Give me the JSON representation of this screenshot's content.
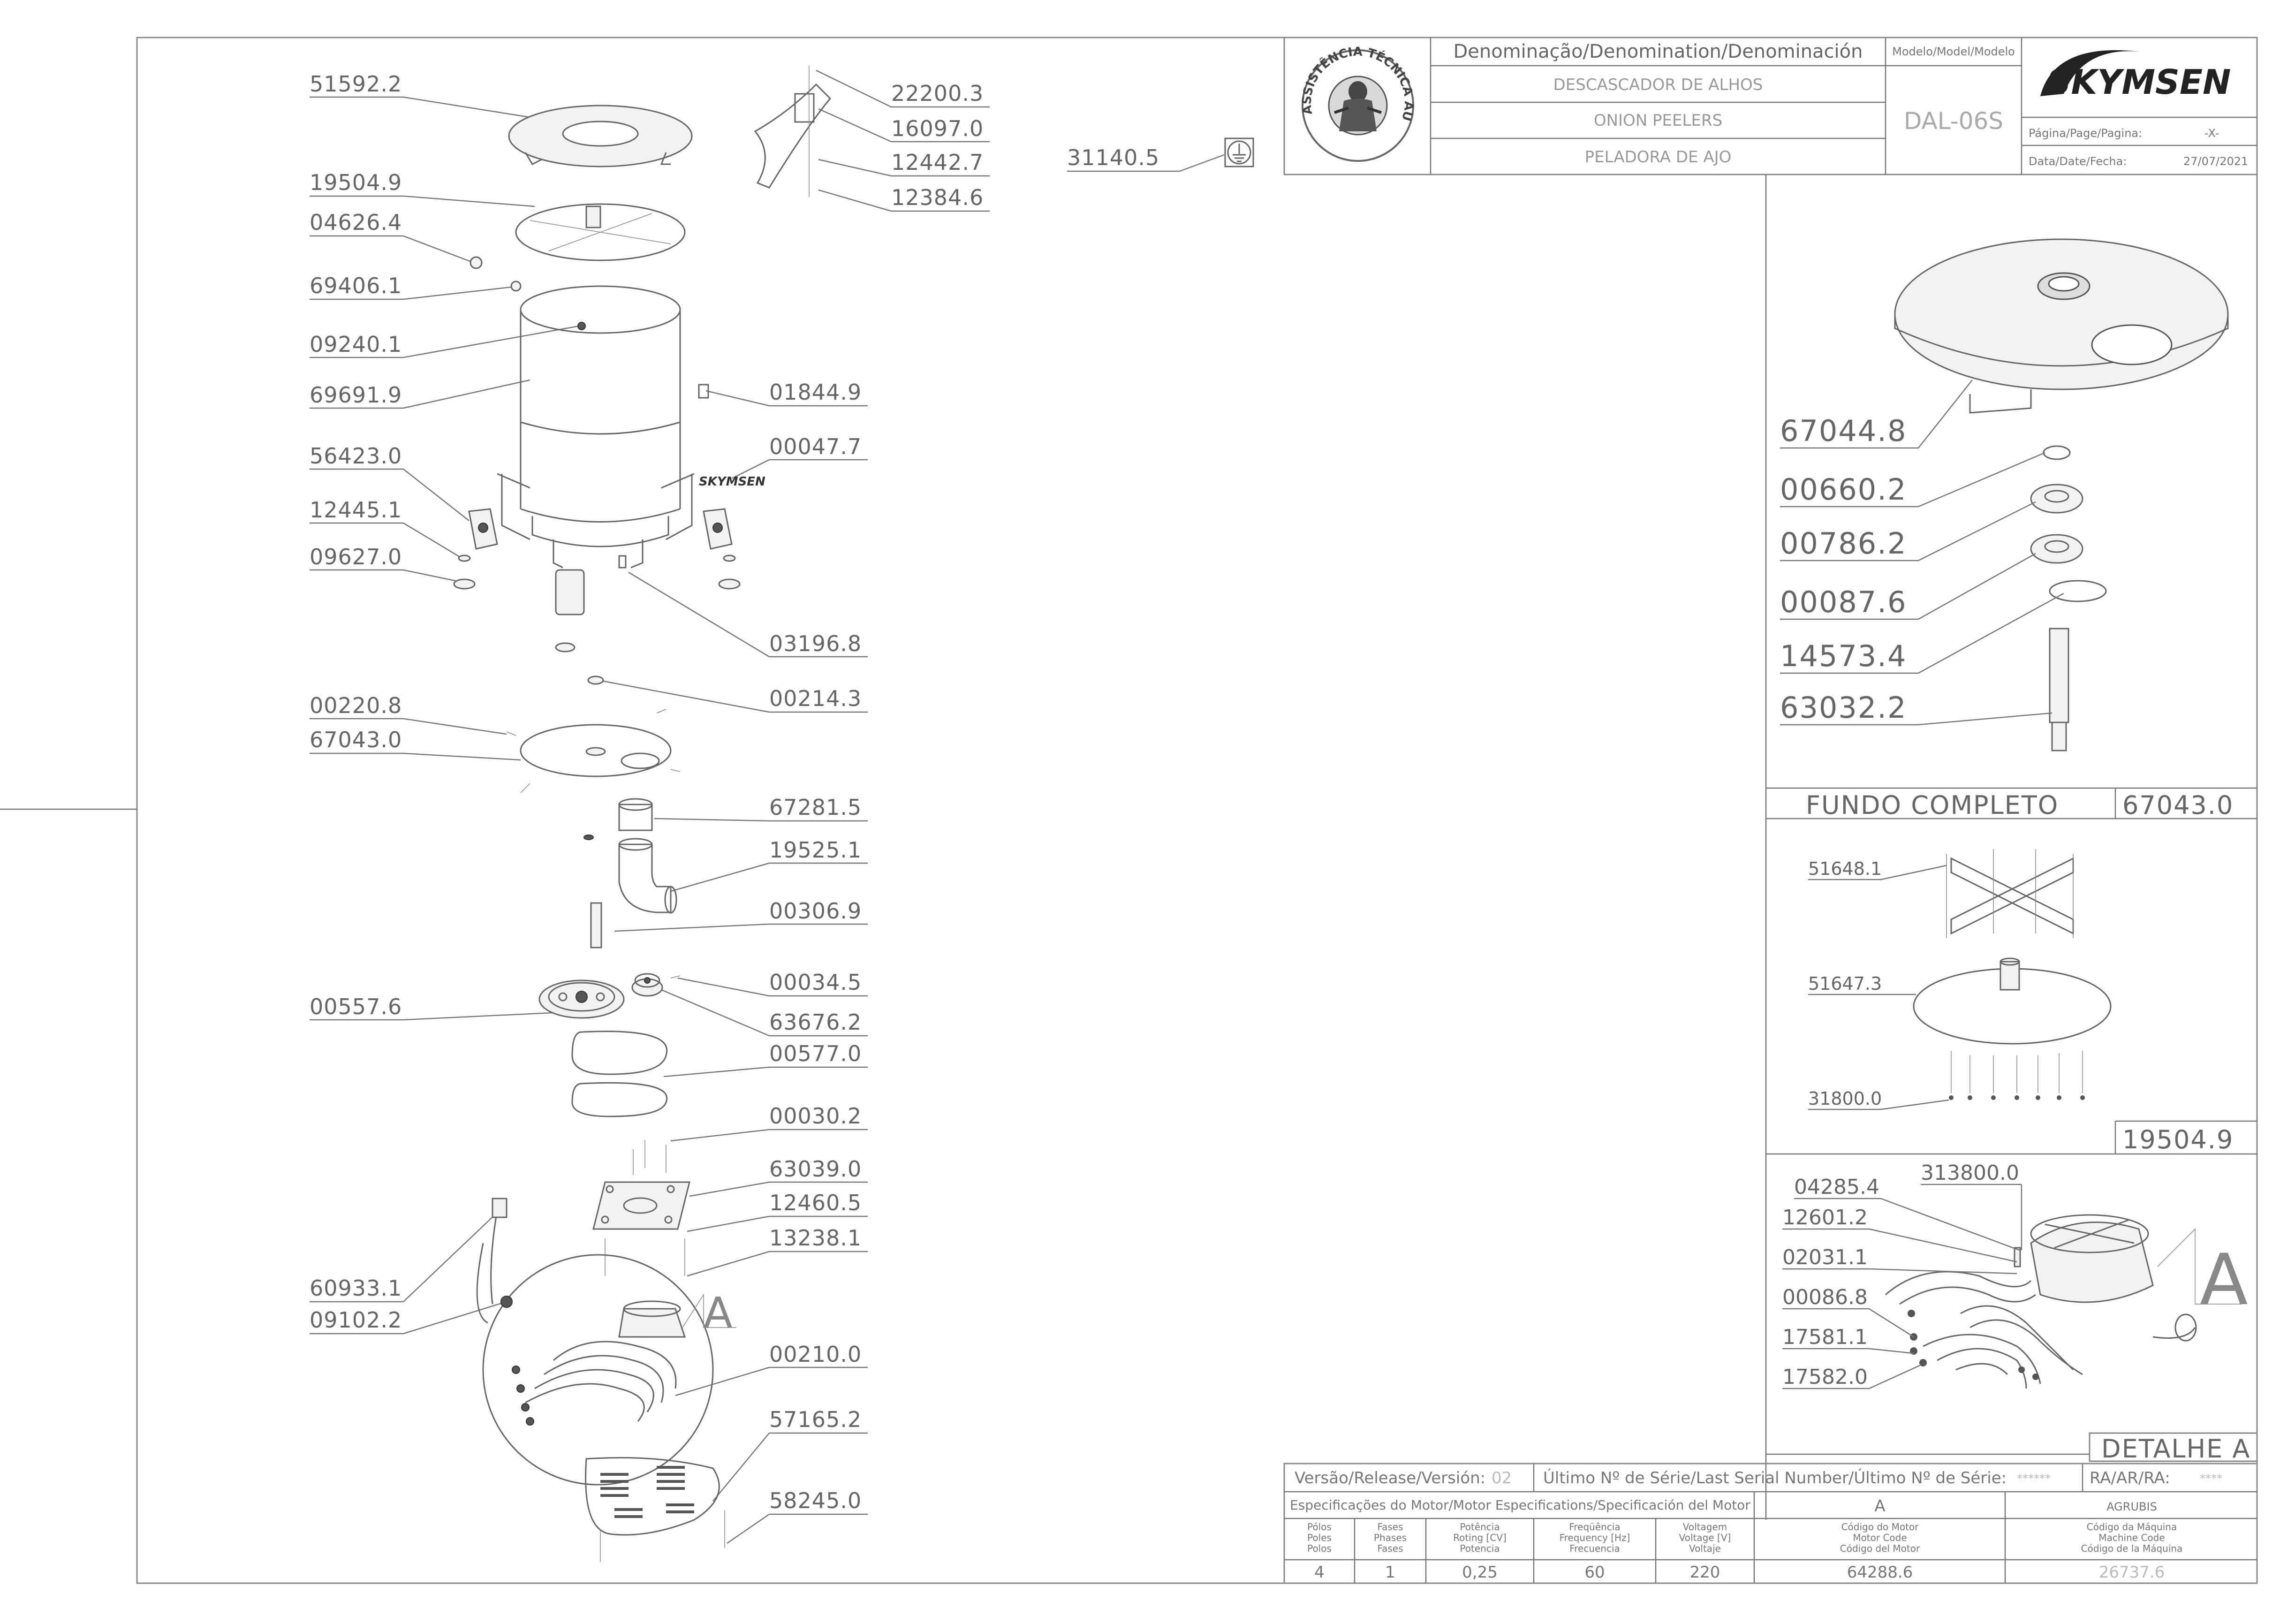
{
  "title_block": {
    "denomination_header": "Denominação/Denomination/Denominación",
    "model_header": "Modelo/Model/Modelo",
    "names": [
      "DESCASCADOR DE ALHOS",
      "ONION PEELERS",
      "PELADORA DE AJO"
    ],
    "model": "DAL-06S",
    "brand": "SKYMSEN",
    "page_label": "Página/Page/Pagina:",
    "page_value": "-X-",
    "date_label": "Data/Date/Fecha:",
    "date_value": "27/07/2021",
    "seal_text": "ASSISTÊNCIA TÉCNICA AUTORIZADA"
  },
  "main_parts": {
    "left": [
      "51592.2",
      "19504.9",
      "04626.4",
      "69406.1",
      "09240.1",
      "69691.9",
      "56423.0",
      "12445.1",
      "09627.0",
      "00220.8",
      "67043.0",
      "00557.6",
      "60933.1",
      "09102.2"
    ],
    "right": [
      "22200.3",
      "16097.0",
      "12442.7",
      "12384.6",
      "01844.9",
      "00047.7",
      "03196.8",
      "00214.3",
      "67281.5",
      "19525.1",
      "00306.9",
      "00034.5",
      "63676.2",
      "00577.0",
      "00030.2",
      "63039.0",
      "12460.5",
      "13238.1",
      "00210.0",
      "57165.2",
      "58245.0"
    ],
    "ground": "31140.5",
    "detail_marker": "A"
  },
  "fundo_completo": {
    "parts": [
      "67044.8",
      "00660.2",
      "00786.2",
      "00087.6",
      "14573.4",
      "63032.2"
    ],
    "title": "FUNDO COMPLETO",
    "code": "67043.0"
  },
  "disc_assembly": {
    "parts": [
      "51648.1",
      "51647.3",
      "31800.0"
    ],
    "code": "19504.9"
  },
  "detalhe_a": {
    "parts": [
      "04285.4",
      "313800.0",
      "12601.2",
      "02031.1",
      "00086.8",
      "17581.1",
      "17582.0"
    ],
    "marker": "A",
    "title": "DETALHE A"
  },
  "footer": {
    "version_label": "Versão/Release/Versión:",
    "version_value": "02",
    "serial_label": "Último Nº de Série/Last Serial Number/Último Nº de Série:",
    "serial_value": "******",
    "ra_label": "RA/AR/RA:",
    "ra_value": "****",
    "motor_spec_label": "Especificações do Motor/Motor Especifications/Specificación del Motor",
    "motor_letter": "A",
    "supplier": "AGRUBIS",
    "columns": [
      {
        "lines": [
          "Pólos",
          "Poles",
          "Polos"
        ],
        "value": "4"
      },
      {
        "lines": [
          "Fases",
          "Phases",
          "Fases"
        ],
        "value": "1"
      },
      {
        "lines": [
          "Potência",
          "Roting [CV]",
          "Potencia"
        ],
        "value": "0,25"
      },
      {
        "lines": [
          "Freqüência",
          "Frequency [Hz]",
          "Frecuencia"
        ],
        "value": "60"
      },
      {
        "lines": [
          "Voltagem",
          "Voltage [V]",
          "Voltaje"
        ],
        "value": "220"
      },
      {
        "lines": [
          "Código do Motor",
          "Motor Code",
          "Código del Motor"
        ],
        "value": "64288.6"
      },
      {
        "lines": [
          "Código da Máquina",
          "Machine Code",
          "Código de la Máquina"
        ],
        "value": "26737.6"
      }
    ]
  }
}
